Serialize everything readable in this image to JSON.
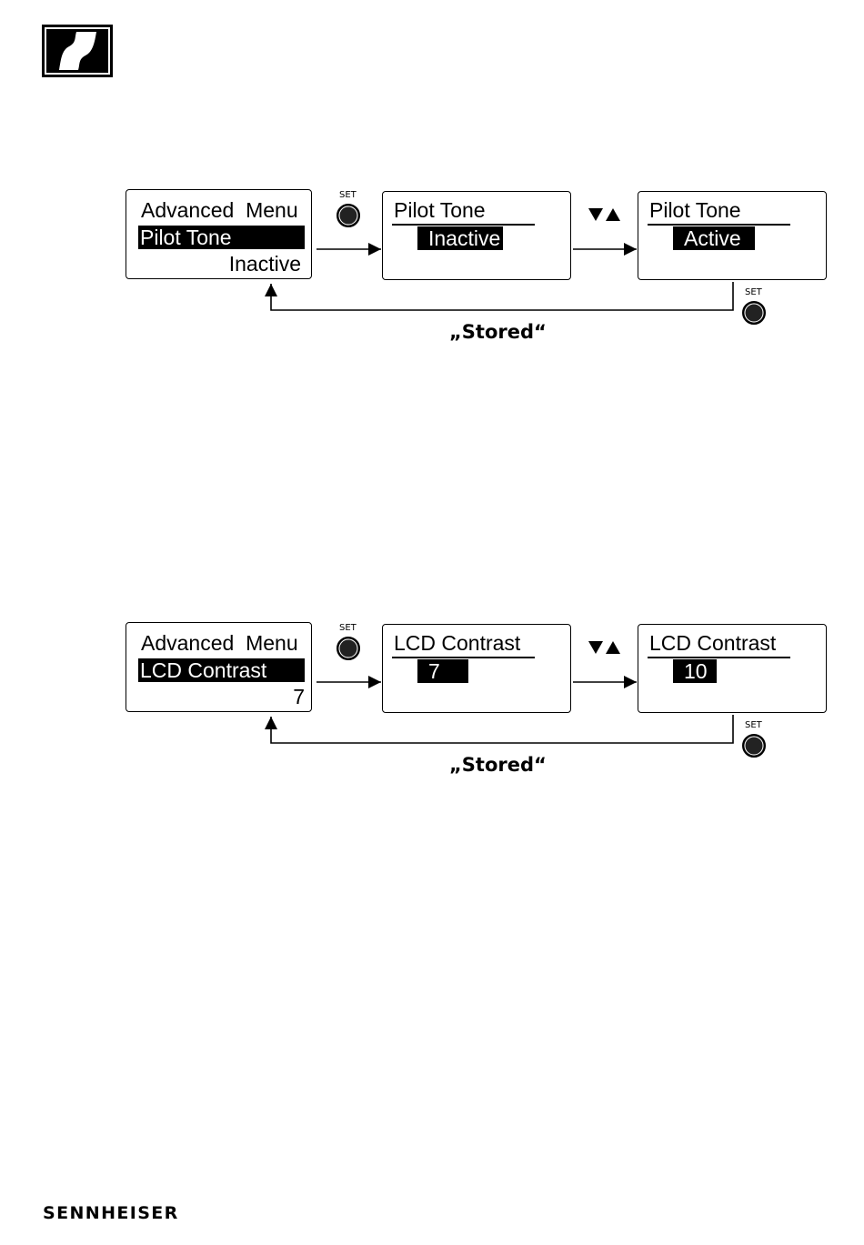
{
  "brand": {
    "wordmark": "SENNHEISER",
    "logo_icon": "sennheiser-logo"
  },
  "set_label": "SET",
  "stored_label": "„Stored“",
  "navigation_icon": "down-up-triangles-icon",
  "diagrams": [
    {
      "menu_title": "Advanced  Menu",
      "menu_item": "Pilot Tone",
      "menu_value": "Inactive",
      "edit_title": "Pilot Tone",
      "edit_value_before": "Inactive",
      "edit_value_after": "Active"
    },
    {
      "menu_title": "Advanced  Menu",
      "menu_item": "LCD Contrast",
      "menu_value": "7",
      "edit_title": "LCD Contrast",
      "edit_value_before": "7",
      "edit_value_after": "10"
    }
  ]
}
